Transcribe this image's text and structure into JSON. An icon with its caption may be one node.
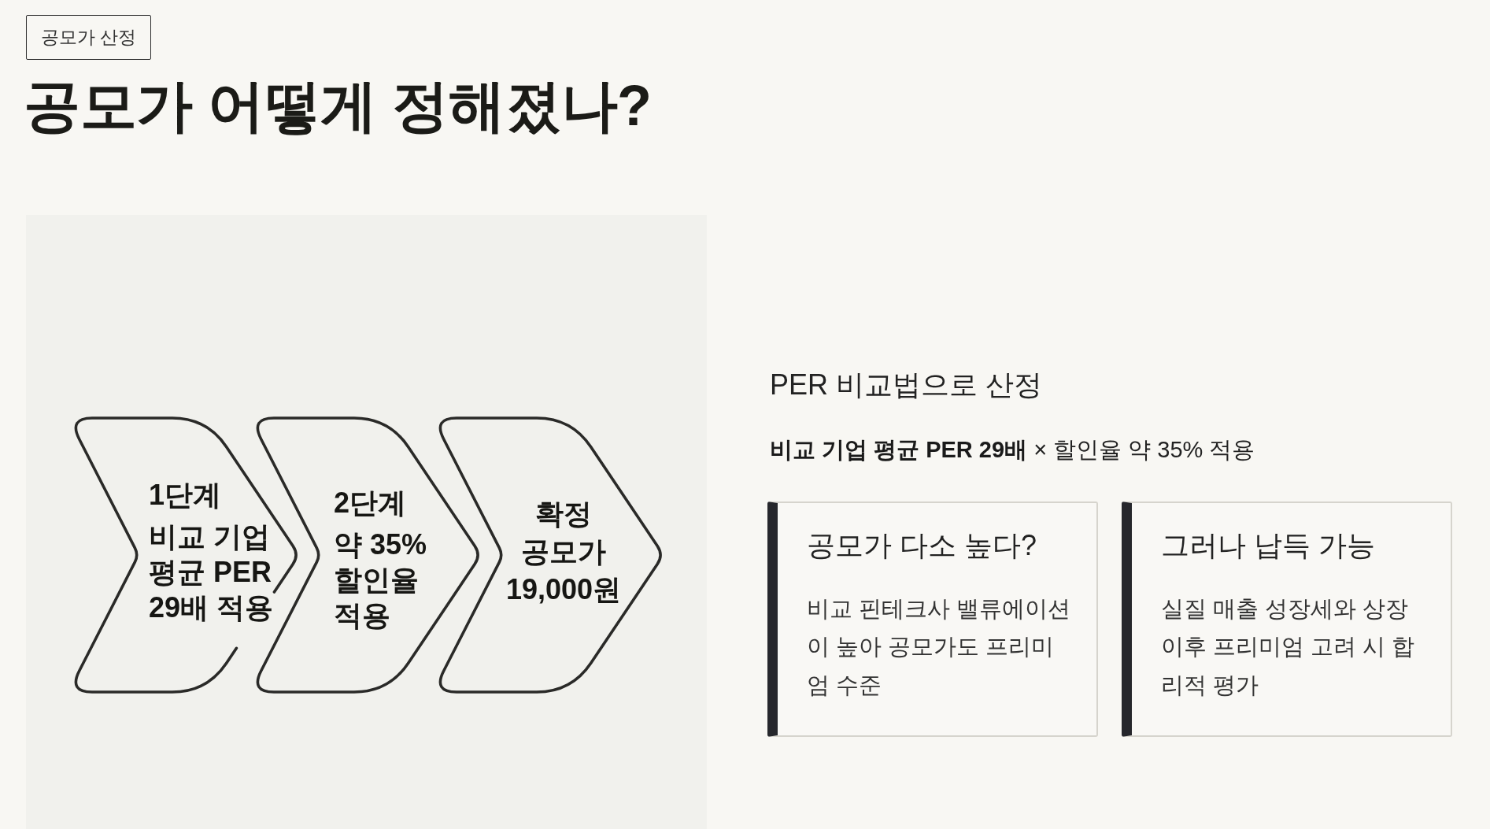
{
  "diagram": {
    "title": "공모가 어떻게 정해졌나?",
    "nodes": [
      {
        "text": [
          "공모가 산정"
        ]
      },
      {
        "text": [
          "1단계",
          "비교 기업 평균 PER 29배 적용"
        ]
      },
      {
        "text": [
          "2단계",
          "약 35% 할인율 적용"
        ]
      },
      {
        "text": [
          "확정 공모가 19,000원"
        ]
      },
      {
        "text": [
          "공모가 다소 높다?",
          "비교 핀테크사 밸류에이션이 높아 공모가도 프리미엄 수준"
        ]
      },
      {
        "text": [
          "그러나 납득 가능",
          "실질 매출 성장세와 상장 이후 프리미엄 고려 시 합리적 평가"
        ]
      }
    ],
    "labels": [
      "PER 비교법으로 산정",
      "**비교 기업 평균 PER 29배** × 할인율 약 35% 적용"
    ]
  }
}
